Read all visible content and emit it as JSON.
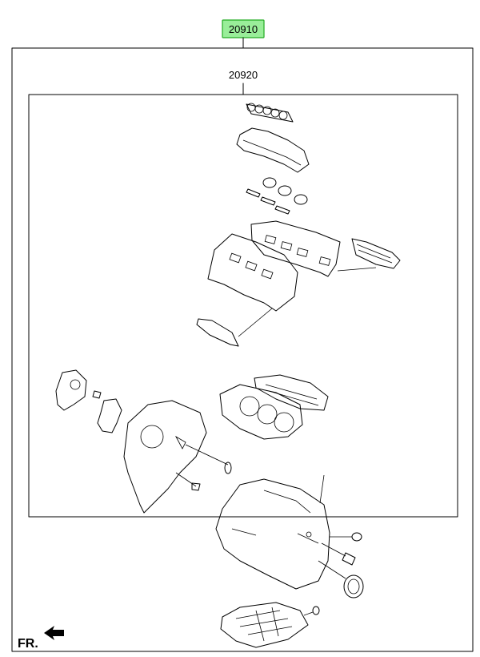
{
  "callouts": {
    "assembly_number": "20910",
    "kit_number": "20920"
  },
  "direction_marker": {
    "label": "FR."
  },
  "colors": {
    "callout_highlight_fill": "#99ee99",
    "callout_highlight_border": "#22aa22",
    "line": "#000000"
  },
  "icons": [
    "front-direction-arrow-icon"
  ]
}
